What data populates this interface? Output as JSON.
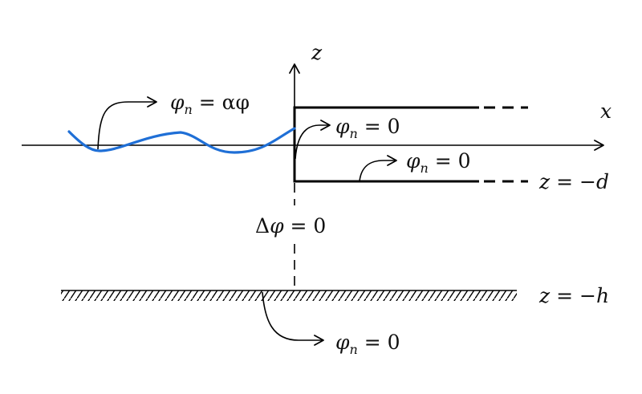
{
  "axes": {
    "x_label": "x",
    "z_label": "z"
  },
  "conditions": {
    "free_surface": {
      "phi": "φ",
      "sub": "n",
      "rhs": " = αφ"
    },
    "plate_top": {
      "phi": "φ",
      "sub": "n",
      "rhs": " = 0"
    },
    "plate_bottom": {
      "phi": "φ",
      "sub": "n",
      "rhs": " = 0"
    },
    "seabed": {
      "phi": "φ",
      "sub": "n",
      "rhs": " = 0"
    }
  },
  "laplace": {
    "delta": "Δ",
    "phi": "φ",
    "rhs": " = 0"
  },
  "depths": {
    "plate": "z = −d",
    "bottom": "z = −h"
  },
  "colors": {
    "wave": "#1f6fd6",
    "lines": "#000000"
  }
}
